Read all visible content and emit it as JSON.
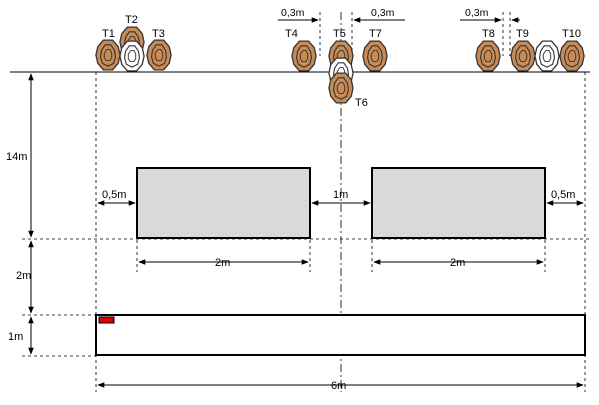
{
  "targets": {
    "t1": "T1",
    "t2": "T2",
    "t3": "T3",
    "t4": "T4",
    "t5": "T5",
    "t6": "T6",
    "t7": "T7",
    "t8": "T8",
    "t9": "T9",
    "t10": "T10"
  },
  "dimensions": {
    "gap_t4_t5": "0,3m",
    "gap_t5_t7": "0,3m",
    "gap_t8_t9": "0,3m",
    "height_main": "14m",
    "height_gap": "2m",
    "height_strip": "1m",
    "margin_left": "0,5m",
    "margin_right": "0,5m",
    "center_gap": "1m",
    "block_left_width": "2m",
    "block_right_width": "2m",
    "total_width": "6m"
  },
  "colors": {
    "target_tan": "#c98b55",
    "target_white": "#ffffff",
    "block_fill": "#d9d9d9",
    "marker_red": "#e00000"
  }
}
